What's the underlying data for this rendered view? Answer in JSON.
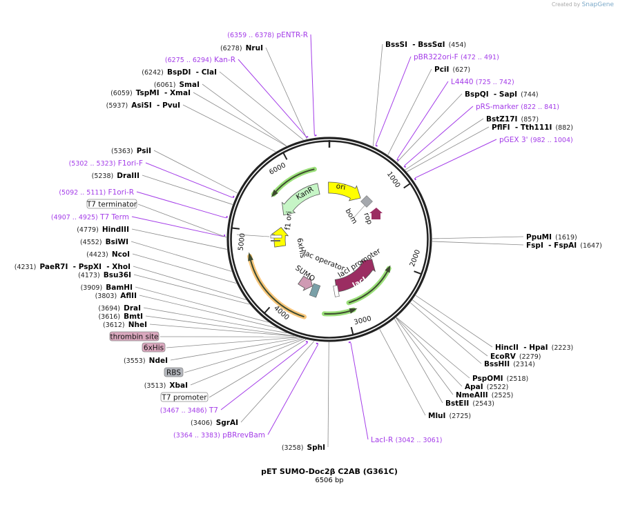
{
  "credit": {
    "prefix": "Created by",
    "brand": "SnapGene"
  },
  "title": "pET SUMO-Doc2β C2AB (G361C)",
  "length": "6506 bp",
  "total_bp": 6506,
  "ring_ticks": [
    "1000",
    "2000",
    "3000",
    "4000",
    "5000",
    "6000"
  ],
  "colors": {
    "primer": "#a33be8",
    "site_line": "#888888",
    "ring": "#222222"
  },
  "sites": [
    {
      "name": "BssSI  - BssSαI",
      "pos": "(454)",
      "bp": 454
    },
    {
      "name": "PciI",
      "pos": "(627)",
      "bp": 627
    },
    {
      "name": "BspQI  - SapI",
      "pos": "(744)",
      "bp": 744
    },
    {
      "name": "BstZ17I",
      "pos": "(857)",
      "bp": 857
    },
    {
      "name": "PflFI  - Tth111I",
      "pos": "(882)",
      "bp": 882
    },
    {
      "name": "PpuMI",
      "pos": "(1619)",
      "bp": 1619
    },
    {
      "name": "FspI  - FspAI",
      "pos": "(1647)",
      "bp": 1647
    },
    {
      "name": "HincII  - HpaI",
      "pos": "(2223)",
      "bp": 2223
    },
    {
      "name": "EcoRV",
      "pos": "(2279)",
      "bp": 2279
    },
    {
      "name": "BssHII",
      "pos": "(2314)",
      "bp": 2314
    },
    {
      "name": "PspOMI",
      "pos": "(2518)",
      "bp": 2518
    },
    {
      "name": "ApaI",
      "pos": "(2522)",
      "bp": 2522
    },
    {
      "name": "NmeAIII",
      "pos": "(2525)",
      "bp": 2525
    },
    {
      "name": "BstEII",
      "pos": "(2543)",
      "bp": 2543
    },
    {
      "name": "MluI",
      "pos": "(2725)",
      "bp": 2725
    },
    {
      "name": "SphI",
      "pos": "(3258)",
      "bp": 3258
    },
    {
      "name": "SgrAI",
      "pos": "(3406)",
      "bp": 3406
    },
    {
      "name": "XbaI",
      "pos": "(3513)",
      "bp": 3513
    },
    {
      "name": "NdeI",
      "pos": "(3553)",
      "bp": 3553
    },
    {
      "name": "NheI",
      "pos": "(3612)",
      "bp": 3612
    },
    {
      "name": "BmtI",
      "pos": "(3616)",
      "bp": 3616
    },
    {
      "name": "DraI",
      "pos": "(3694)",
      "bp": 3694
    },
    {
      "name": "AflII",
      "pos": "(3803)",
      "bp": 3803
    },
    {
      "name": "BamHI",
      "pos": "(3909)",
      "bp": 3909
    },
    {
      "name": "Bsu36I",
      "pos": "(4173)",
      "bp": 4173
    },
    {
      "name": "PaeR7I  - PspXI  - XhoI",
      "pos": "(4231)",
      "bp": 4231
    },
    {
      "name": "NcoI",
      "pos": "(4423)",
      "bp": 4423
    },
    {
      "name": "BsiWI",
      "pos": "(4552)",
      "bp": 4552
    },
    {
      "name": "HindIII",
      "pos": "(4779)",
      "bp": 4779
    },
    {
      "name": "DraIII",
      "pos": "(5238)",
      "bp": 5238
    },
    {
      "name": "PsiI",
      "pos": "(5363)",
      "bp": 5363
    },
    {
      "name": "AsiSI  - PvuI",
      "pos": "(5937)",
      "bp": 5937
    },
    {
      "name": "TspMI  - XmaI",
      "pos": "(6059)",
      "bp": 6059
    },
    {
      "name": "SmaI",
      "pos": "(6061)",
      "bp": 6061
    },
    {
      "name": "BspDI  - ClaI",
      "pos": "(6242)",
      "bp": 6242
    },
    {
      "name": "NruI",
      "pos": "(6278)",
      "bp": 6278
    }
  ],
  "primers": [
    {
      "name": "pBR322ori-F",
      "range": "(472 .. 491)",
      "bp": 472
    },
    {
      "name": "L4440",
      "range": "(725 .. 742)",
      "bp": 725
    },
    {
      "name": "pRS-marker",
      "range": "(822 .. 841)",
      "bp": 822
    },
    {
      "name": "pGEX 3'",
      "range": "(982 .. 1004)",
      "bp": 982
    },
    {
      "name": "LacI-R",
      "range": "(3042 .. 3061)",
      "bp": 3042
    },
    {
      "name": "pBRrevBam",
      "range": "(3364 .. 3383)",
      "bp": 3364
    },
    {
      "name": "T7",
      "range": "(3467 .. 3486)",
      "bp": 3467
    },
    {
      "name": "T7 Term",
      "range": "(4907 .. 4925)",
      "bp": 4907
    },
    {
      "name": "F1ori-R",
      "range": "(5092 .. 5111)",
      "bp": 5092
    },
    {
      "name": "F1ori-F",
      "range": "(5302 .. 5323)",
      "bp": 5302
    },
    {
      "name": "Kan-R",
      "range": "(6275 .. 6294)",
      "bp": 6275
    },
    {
      "name": "pENTR-R",
      "range": "(6359 .. 6378)",
      "bp": 6359
    }
  ],
  "boxed_features": [
    {
      "name": "T7 terminator",
      "fill": "#ffffff",
      "bp": 4900
    },
    {
      "name": "thrombin site",
      "fill": "#d9a7bd",
      "bp": 3590
    },
    {
      "name": "6xHis",
      "fill": "#d9a7bd",
      "bp": 3575
    },
    {
      "name": "RBS",
      "fill": "#b5b8be",
      "bp": 3530
    },
    {
      "name": "T7 promoter",
      "fill": "#ffffff",
      "bp": 3490
    }
  ],
  "features": {
    "ori": "ori",
    "kanr": "KanR",
    "f1ori": "f1 ori",
    "his": "6xHis",
    "bom": "bom",
    "rop": "rop",
    "lacop": "lac operator",
    "sumo": "SUMO",
    "laciprom": "lacI promoter",
    "laci": "lacI"
  },
  "feature_colors": {
    "ori": "#ffff00",
    "kanr": "#c6f5c6",
    "f1ori": "#ffff00",
    "laci": "#9b2d62",
    "sumo": "#cf9ab3",
    "bom": "#a5a8ad",
    "rop": "#9b2d62",
    "orf_green": "#9be07a",
    "orf_orange": "#f8c67a"
  }
}
